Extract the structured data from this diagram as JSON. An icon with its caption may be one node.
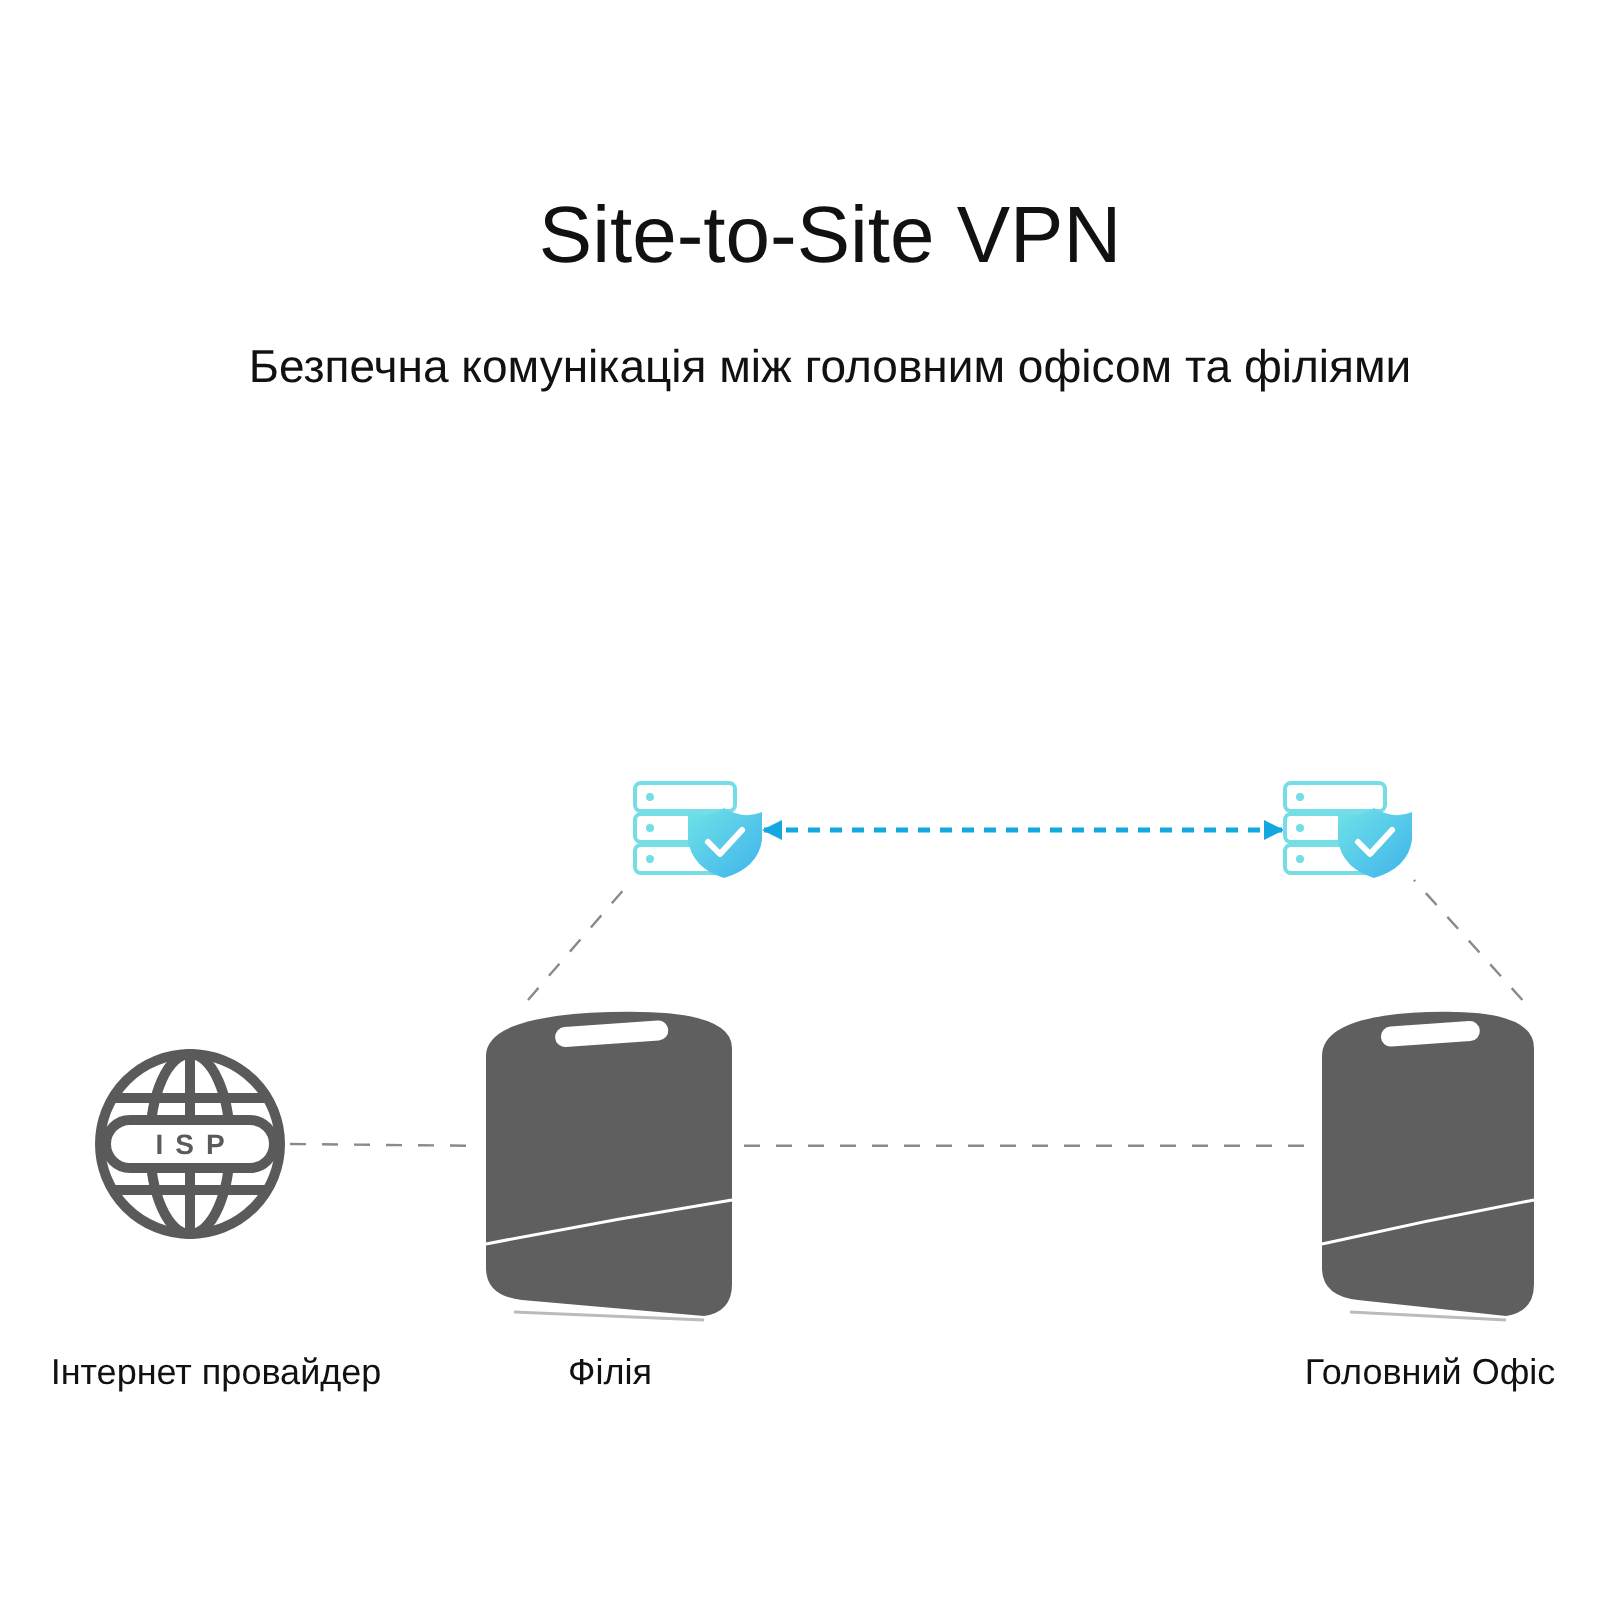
{
  "diagram": {
    "title": "Site-to-Site VPN",
    "caption": "Безпечна комунікація між головним офісом та філіями",
    "nodes": [
      {
        "text": [
          "ISP"
        ],
        "beside": [
          "Інтернет провайдер"
        ]
      },
      {
        "text": [],
        "shape": "picture",
        "beside": [
          "Філія"
        ]
      },
      {
        "text": [],
        "shape": "picture",
        "beside": [
          "Головний Офіс"
        ]
      },
      {
        "text": [],
        "shape": "picture"
      },
      {
        "text": [],
        "shape": "picture"
      }
    ],
    "edges": [
      {
        "from": 0,
        "to": 1,
        "arrow": "none",
        "style": "dashed"
      },
      {
        "from": 1,
        "to": 2,
        "arrow": "none",
        "style": "dashed"
      },
      {
        "from": 3,
        "to": 4,
        "arrow": "both",
        "style": "dashed",
        "color": "#14a8e0"
      },
      {
        "from": 1,
        "to": 3,
        "arrow": "none",
        "style": "dashed"
      },
      {
        "from": 2,
        "to": 4,
        "arrow": "none",
        "style": "dashed"
      }
    ]
  }
}
